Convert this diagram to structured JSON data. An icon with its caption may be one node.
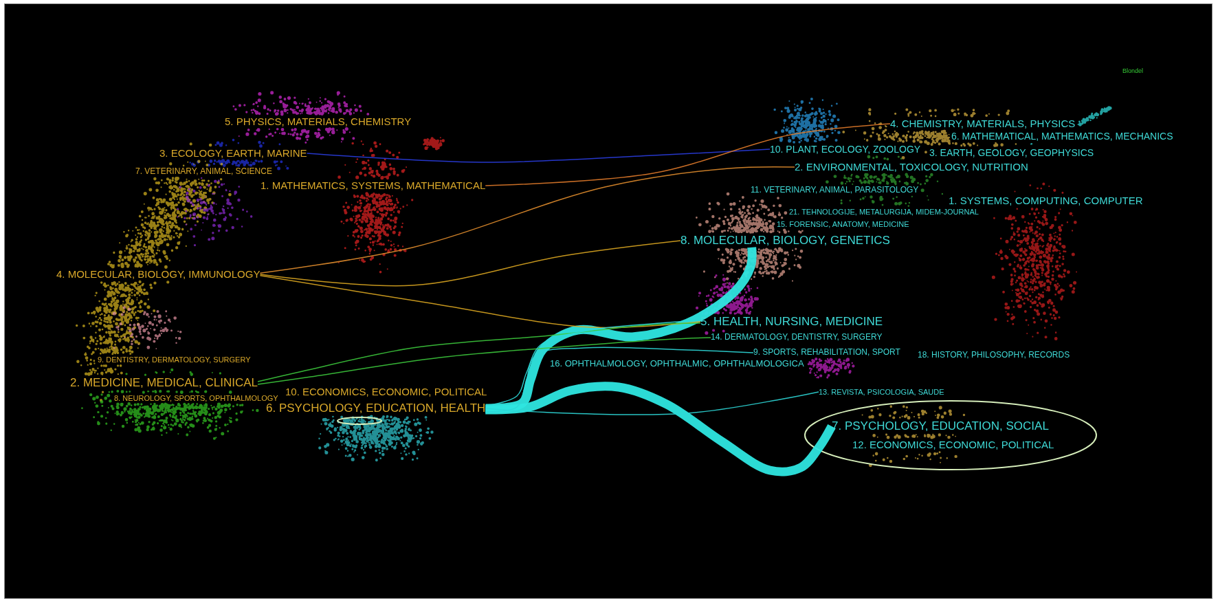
{
  "diagram": {
    "nodes": [
      {
        "text": [
          "5. PHYSICS, MATERIALS, CHEMISTRY"
        ]
      },
      {
        "text": [
          "3. ECOLOGY, EARTH, MARINE"
        ]
      },
      {
        "text": [
          "7. VETERINARY, ANIMAL, SCIENCE"
        ]
      },
      {
        "text": [
          "1. MATHEMATICS, SYSTEMS, MATHEMATICAL"
        ]
      },
      {
        "text": [
          "4. MOLECULAR, BIOLOGY, IMMUNOLOGY"
        ]
      },
      {
        "text": [
          "9. DENTISTRY, DERMATOLOGY, SURGERY"
        ]
      },
      {
        "text": [
          "2. MEDICINE, MEDICAL, CLINICAL"
        ]
      },
      {
        "text": [
          "8. NEUROLOGY, SPORTS, OPHTHALMOLOGY"
        ]
      },
      {
        "text": [
          "10. ECONOMICS, ECONOMIC, POLITICAL"
        ]
      },
      {
        "text": [
          "6. PSYCHOLOGY, EDUCATION, HEALTH"
        ]
      },
      {
        "text": [
          "4. CHEMISTRY, MATERIALS, PHYSICS"
        ]
      },
      {
        "text": [
          "6. MATHEMATICAL, MATHEMATICS, MECHANICS"
        ]
      },
      {
        "text": [
          "10. PLANT, ECOLOGY, ZOOLOGY"
        ]
      },
      {
        "text": [
          "3. EARTH, GEOLOGY, GEOPHYSICS"
        ]
      },
      {
        "text": [
          "2. ENVIRONMENTAL, TOXICOLOGY, NUTRITION"
        ]
      },
      {
        "text": [
          "11. VETERINARY, ANIMAL, PARASITOLOGY"
        ]
      },
      {
        "text": [
          "1. SYSTEMS, COMPUTING, COMPUTER"
        ]
      },
      {
        "text": [
          "21. TEHNOLOGIJE, METALURGIJA, MIDEM-JOURNAL"
        ]
      },
      {
        "text": [
          "15. FORENSIC, ANATOMY, MEDICINE"
        ]
      },
      {
        "text": [
          "8. MOLECULAR, BIOLOGY, GENETICS"
        ]
      },
      {
        "text": [
          "5. HEALTH, NURSING, MEDICINE"
        ]
      },
      {
        "text": [
          "14. DERMATOLOGY, DENTISTRY, SURGERY"
        ]
      },
      {
        "text": [
          "16. OPHTHALMOLOGY, OPHTHALMIC, OPHTHALMOLOGICA"
        ]
      },
      {
        "text": [
          "9. SPORTS, REHABILITATION, SPORT"
        ]
      },
      {
        "text": [
          "18. HISTORY, PHILOSOPHY, RECORDS"
        ]
      },
      {
        "text": [
          "13. REVISTA, PSICOLOGIA, SAUDE"
        ]
      },
      {
        "text": [
          "7. PSYCHOLOGY, EDUCATION, SOCIAL"
        ]
      },
      {
        "text": [
          "12. ECONOMICS, ECONOMIC, POLITICAL"
        ]
      }
    ],
    "edges": [
      {
        "from": 9,
        "to": 19,
        "arrow": "none",
        "style": "thick",
        "color": "#2ee6e0"
      },
      {
        "from": 9,
        "to": 26,
        "arrow": "none",
        "style": "thick",
        "color": "#2ee6e0"
      },
      {
        "from": 4,
        "to": 19,
        "arrow": "none",
        "color": "#d9a520"
      },
      {
        "from": 4,
        "to": 20,
        "arrow": "none",
        "color": "#d9a520"
      },
      {
        "from": 4,
        "to": 14,
        "arrow": "none",
        "color": "#e08c2c"
      },
      {
        "from": 6,
        "to": 20,
        "arrow": "none",
        "color": "#3cc83c"
      },
      {
        "from": 6,
        "to": 21,
        "arrow": "none",
        "color": "#3cc83c"
      },
      {
        "from": 9,
        "to": 20,
        "arrow": "none",
        "color": "#2ed8d8"
      },
      {
        "from": 9,
        "to": 23,
        "arrow": "none",
        "color": "#2ed8d8"
      },
      {
        "from": 9,
        "to": 25,
        "arrow": "none",
        "color": "#2ed8d8"
      },
      {
        "from": 1,
        "to": 12,
        "arrow": "none",
        "color": "#2a3de0"
      },
      {
        "from": 3,
        "to": 10,
        "arrow": "none",
        "color": "#e07a2a"
      }
    ],
    "labels": [
      "Blondel"
    ]
  }
}
